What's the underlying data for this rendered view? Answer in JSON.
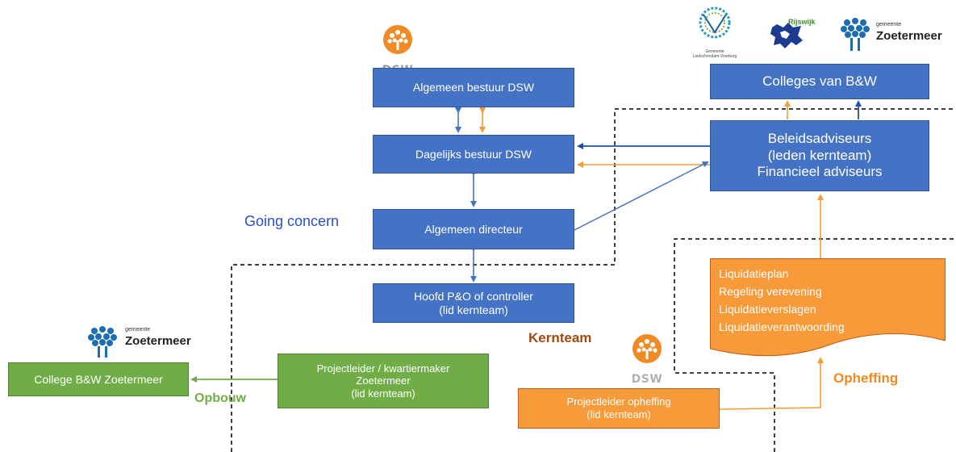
{
  "boxes": {
    "algemeen_bestuur": "Algemeen bestuur  DSW",
    "dagelijks_bestuur": "Dagelijks bestuur DSW",
    "algemeen_directeur": "Algemeen directeur",
    "hoofd_po": [
      "Hoofd P&O of controller",
      "(lid kernteam)"
    ],
    "colleges": "Colleges van  B&W",
    "beleidsadviseurs": [
      "Beleidsadviseurs",
      "(leden kernteam)",
      "Financieel adviseurs"
    ],
    "liquidatie": [
      "Liquidatieplan",
      "Regeling verevening",
      "Liquidatieverslagen",
      "Liquidatieverantwoording"
    ],
    "projectleider_opheffing": [
      "Projectleider opheffing",
      "(lid kernteam)"
    ],
    "projectleider_kwartiermaker": [
      "Projectleider / kwartiermaker",
      "Zoetermeer",
      "(lid kernteam)"
    ],
    "college_zoetermeer": "College B&W Zoetermeer"
  },
  "labels": {
    "going_concern": "Going concern",
    "kernteam": "Kernteam",
    "opheffing": "Opheffing",
    "opbouw": "Opbouw"
  },
  "logos": {
    "dsw": "DSW",
    "gemeente": "gemeente",
    "zoetermeer": "Zoetermeer",
    "rijswijk": "Rijswijk",
    "leidschendam": "Gemeente Leidschendam-Voorburg"
  },
  "colors": {
    "blue_box": "#4472C4",
    "green_box": "#70AD47",
    "orange_box": "#F79A3A",
    "arrow_blue": "#4472C4",
    "arrow_dark_blue": "#1F4FB4",
    "arrow_orange": "#F79A3A",
    "label_blue": "#2B4FC4",
    "label_brown": "#9E4A10",
    "label_orange": "#F28A1C",
    "label_green": "#70AD47"
  }
}
